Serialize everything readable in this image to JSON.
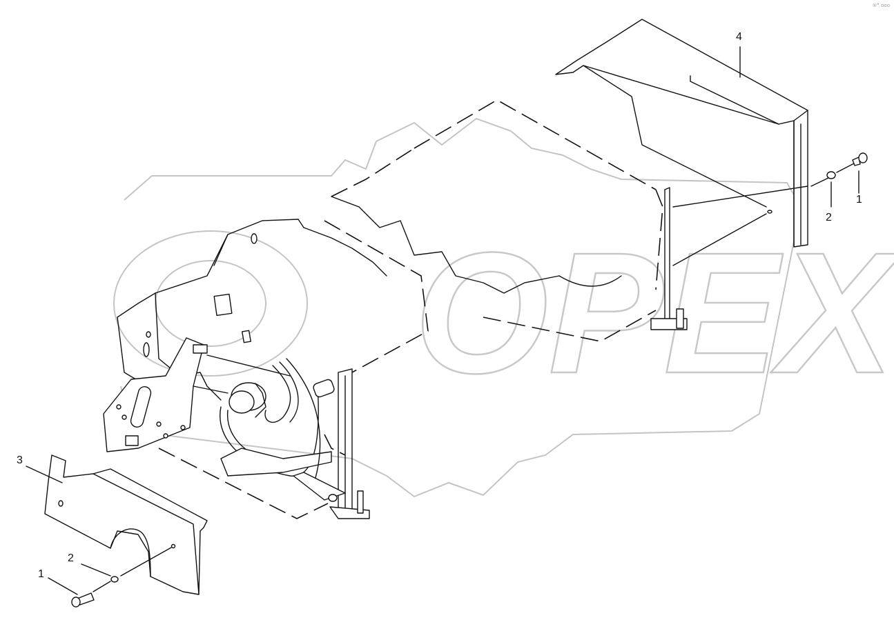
{
  "watermark": {
    "text": "OPEX"
  },
  "corner_mark": "®° ooo",
  "callouts": [
    {
      "id": "c4",
      "text": "4"
    },
    {
      "id": "c2r",
      "text": "2"
    },
    {
      "id": "c1r",
      "text": "1"
    },
    {
      "id": "c3",
      "text": "3"
    },
    {
      "id": "c2l",
      "text": "2"
    },
    {
      "id": "c1l",
      "text": "1"
    }
  ]
}
